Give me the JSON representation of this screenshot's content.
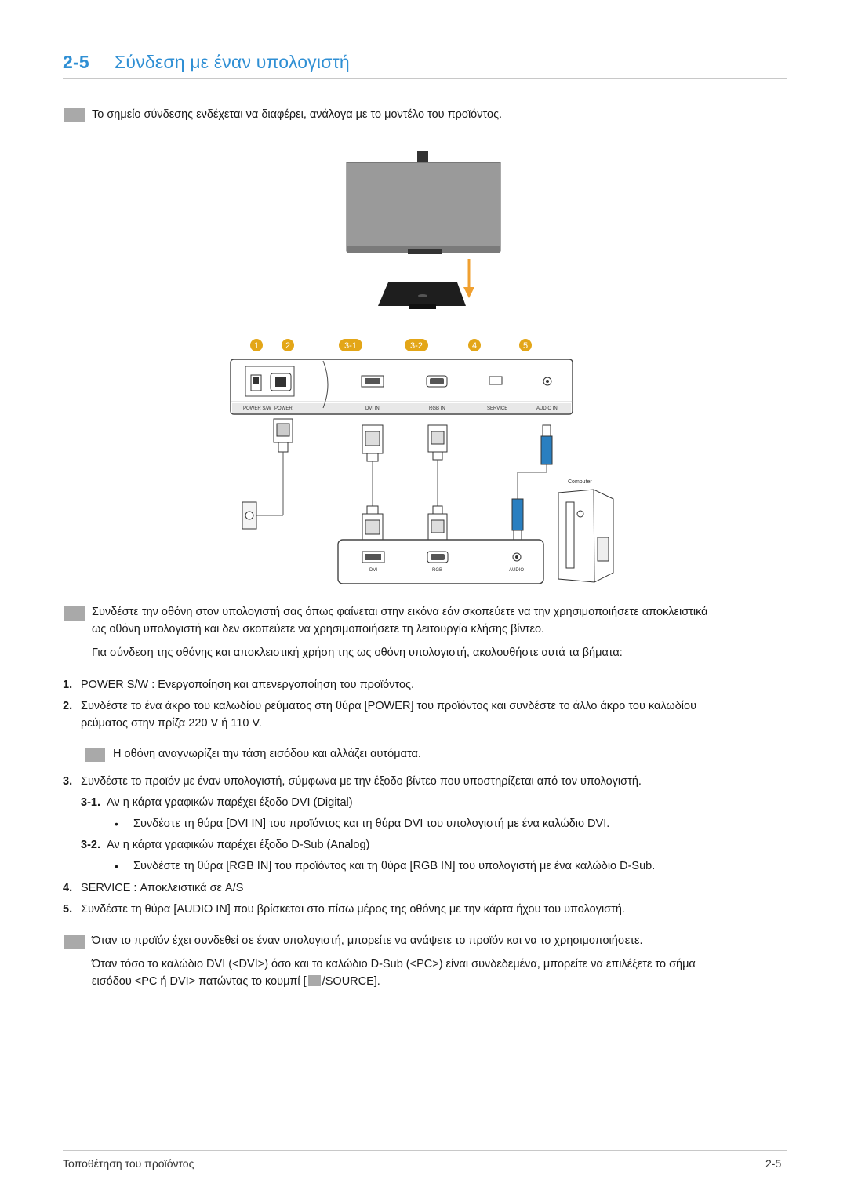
{
  "heading": {
    "number": "2-5",
    "title": "Σύνδεση με έναν υπολογιστή"
  },
  "note_top": "Το σημείο σύνδεσης ενδέχεται να διαφέρει, ανάλογα με το μοντέλο του προϊόντος.",
  "diagram": {
    "callouts": [
      "1",
      "2",
      "3-1",
      "3-2",
      "4",
      "5"
    ],
    "callout_color": "#e3a618",
    "port_labels": [
      "POWER S/W",
      "POWER",
      "DVI IN",
      "RGB IN",
      "SERVICE",
      "AUDIO IN"
    ],
    "pc_port_labels": [
      "DVI",
      "RGB",
      "AUDIO"
    ],
    "computer_label": "Computer",
    "arrow_color": "#f0a030"
  },
  "note_connect_1": "Συνδέστε την οθόνη στον υπολογιστή σας όπως φαίνεται στην εικόνα εάν σκοπεύετε να την χρησιμοποιήσετε αποκλειστικά",
  "note_connect_2": "ως οθόνη υπολογιστή και δεν σκοπεύετε να χρησιμοποιήσετε τη λειτουργία κλήσης βίντεο.",
  "intro_steps": "Για σύνδεση της οθόνης και αποκλειστική χρήση της ως οθόνη υπολογιστή, ακολουθήστε αυτά τα βήματα:",
  "steps": [
    {
      "num": "1.",
      "text": "POWER S/W : Ενεργοποίηση και απενεργοποίηση του προϊόντος."
    },
    {
      "num": "2.",
      "text": "Συνδέστε το ένα άκρο του καλωδίου ρεύματος στη θύρα [POWER] του προϊόντος και συνδέστε το άλλο άκρο του καλωδίου",
      "text2": "ρεύματος στην πρίζα 220 V ή 110 V."
    },
    {
      "num": "3.",
      "text": "Συνδέστε το προϊόν με έναν υπολογιστή, σύμφωνα με την έξοδο βίντεο που υποστηρίζεται από τον υπολογιστή."
    },
    {
      "num": "4.",
      "text": "SERVICE : Αποκλειστικά σε A/S"
    },
    {
      "num": "5.",
      "text": "Συνδέστε τη θύρα [AUDIO IN] που βρίσκεται στο πίσω μέρος της οθόνης με την κάρτα ήχου του υπολογιστή."
    }
  ],
  "note_voltage": "Η οθόνη αναγνωρίζει την τάση εισόδου και αλλάζει αυτόματα.",
  "sub_steps": [
    {
      "num": "3-1.",
      "text": "Αν η κάρτα γραφικών παρέχει έξοδο DVI (Digital)",
      "bullet": "Συνδέστε τη θύρα [DVI IN] του προϊόντος και τη θύρα DVI του υπολογιστή με ένα καλώδιο DVI."
    },
    {
      "num": "3-2.",
      "text": "Αν η κάρτα γραφικών παρέχει έξοδο D-Sub (Analog)",
      "bullet": "Συνδέστε τη θύρα [RGB IN] του προϊόντος και τη θύρα [RGB IN] του υπολογιστή με ένα καλώδιο D-Sub."
    }
  ],
  "bullet_char": "•",
  "note_final_1": "Όταν το προϊόν έχει συνδεθεί σε έναν υπολογιστή, μπορείτε να ανάψετε το προϊόν και να το χρησιμοποιήσετε.",
  "note_final_2": "Όταν τόσο το καλώδιο DVI (<DVI>) όσο και το καλώδιο D-Sub (<PC>) είναι συνδεδεμένα, μπορείτε να επιλέξετε το σήμα",
  "note_final_3a": "εισόδου <PC ή DVI> πατώντας το κουμπί [",
  "note_final_3b": "/SOURCE].",
  "footer": {
    "left": "Τοποθέτηση του προϊόντος",
    "right": "2-5"
  }
}
